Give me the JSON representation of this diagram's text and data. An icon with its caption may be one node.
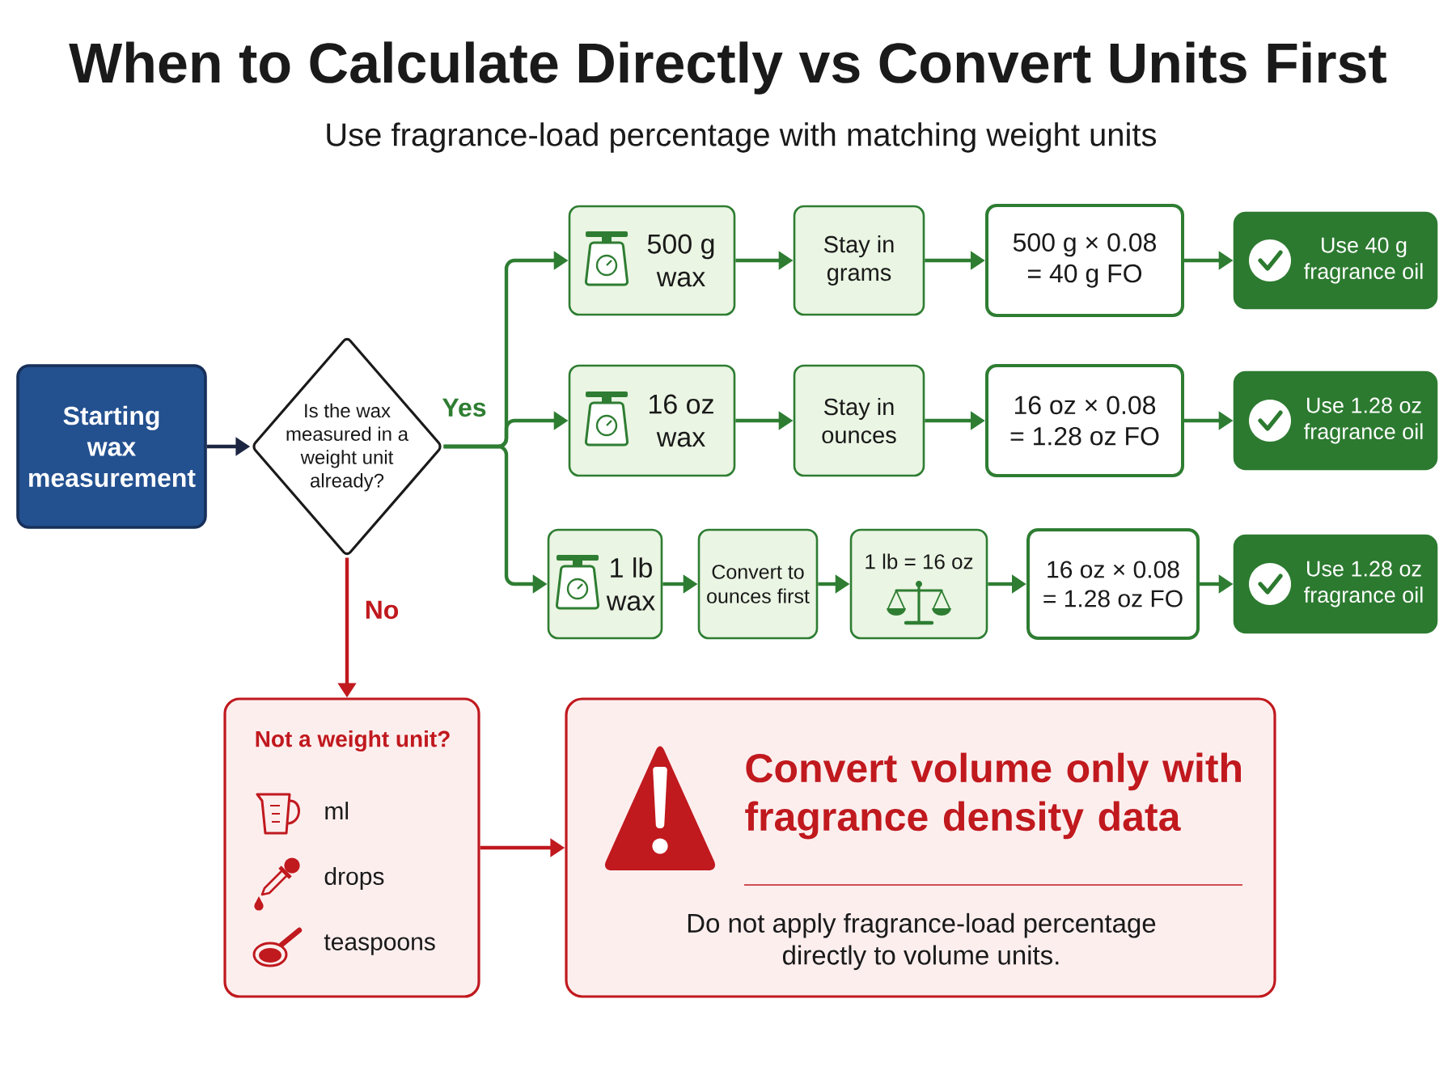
{
  "diagram": {
    "title": "When to Calculate Directly vs Convert Units First",
    "nodes": [
      {
        "text": [
          "Starting wax measurement"
        ]
      },
      {
        "text": [
          "Is the wax measured in a weight unit already?"
        ]
      },
      {
        "text": [
          "500 g wax"
        ]
      },
      {
        "text": [
          "Stay in grams"
        ]
      },
      {
        "text": [
          "500 g × 0.08 = 40 g FO"
        ]
      },
      {
        "text": [
          "Use 40 g fragrance oil"
        ]
      },
      {
        "text": [
          "16 oz wax"
        ]
      },
      {
        "text": [
          "Stay in ounces"
        ]
      },
      {
        "text": [
          "16 oz × 0.08 = 1.28 oz FO"
        ]
      },
      {
        "text": [
          "Use 1.28 oz fragrance oil"
        ]
      },
      {
        "text": [
          "1 lb wax"
        ]
      },
      {
        "text": [
          "Convert to ounces first"
        ]
      },
      {
        "text": [
          "1 lb = 16 oz"
        ]
      },
      {
        "text": [
          "16 oz × 0.08 = 1.28 oz FO"
        ]
      },
      {
        "text": [
          "Use 1.28 oz fragrance oil"
        ]
      },
      {
        "text": [
          "Not a weight unit?",
          "ml",
          "drops",
          "teaspoons"
        ]
      },
      {
        "text": [
          "Convert volume only with fragrance density data",
          "Do not apply fragrance-load percentage directly to volume units."
        ]
      }
    ],
    "edges": [
      {
        "from": 0,
        "to": 1,
        "arrow": "to",
        "color": "#1c2541"
      },
      {
        "from": 1,
        "to": 2,
        "arrow": "to"
      },
      {
        "from": 1,
        "to": 6,
        "arrow": "to",
        "label": "Yes"
      },
      {
        "from": 1,
        "to": 10,
        "arrow": "to"
      },
      {
        "from": 1,
        "to": 15,
        "arrow": "to",
        "label": "No",
        "color": "#c0191e"
      },
      {
        "from": 2,
        "to": 3,
        "arrow": "to"
      },
      {
        "from": 3,
        "to": 4,
        "arrow": "to"
      },
      {
        "from": 4,
        "to": 5,
        "arrow": "to"
      },
      {
        "from": 6,
        "to": 7,
        "arrow": "to"
      },
      {
        "from": 7,
        "to": 8,
        "arrow": "to"
      },
      {
        "from": 8,
        "to": 9,
        "arrow": "to"
      },
      {
        "from": 10,
        "to": 11,
        "arrow": "to"
      },
      {
        "from": 11,
        "to": 12,
        "arrow": "to"
      },
      {
        "from": 12,
        "to": 13,
        "arrow": "to"
      },
      {
        "from": 13,
        "to": 14,
        "arrow": "to"
      },
      {
        "from": 15,
        "to": 16,
        "arrow": "to",
        "color": "#c0191e"
      }
    ],
    "labels": [
      "Use fragrance-load percentage with matching weight units"
    ]
  }
}
